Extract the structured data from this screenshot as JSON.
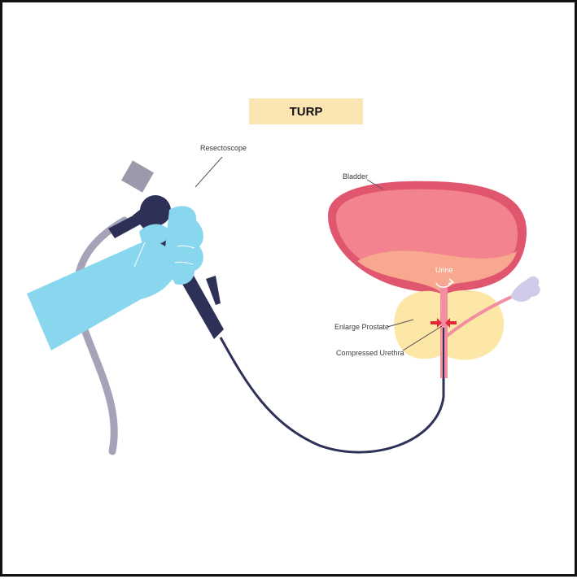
{
  "title": "TURP",
  "labels": {
    "resectoscope": "Resectoscope",
    "bladder": "Bladder",
    "urine": "Urine",
    "prostate": "Enlarge Prostate",
    "urethra": "Compressed Urethra"
  },
  "colors": {
    "title_bg": "#fbe6b3",
    "bladder_wall": "#e0566e",
    "bladder_fill": "#f3838e",
    "urine": "#f7a88f",
    "prostate": "#fce7a6",
    "urethra": "#f28ea0",
    "arrow": "#e8263a",
    "glove": "#89d6ef",
    "scope": "#2e3157",
    "cable": "#a5a3b8",
    "vas": "#cfcbe8"
  }
}
